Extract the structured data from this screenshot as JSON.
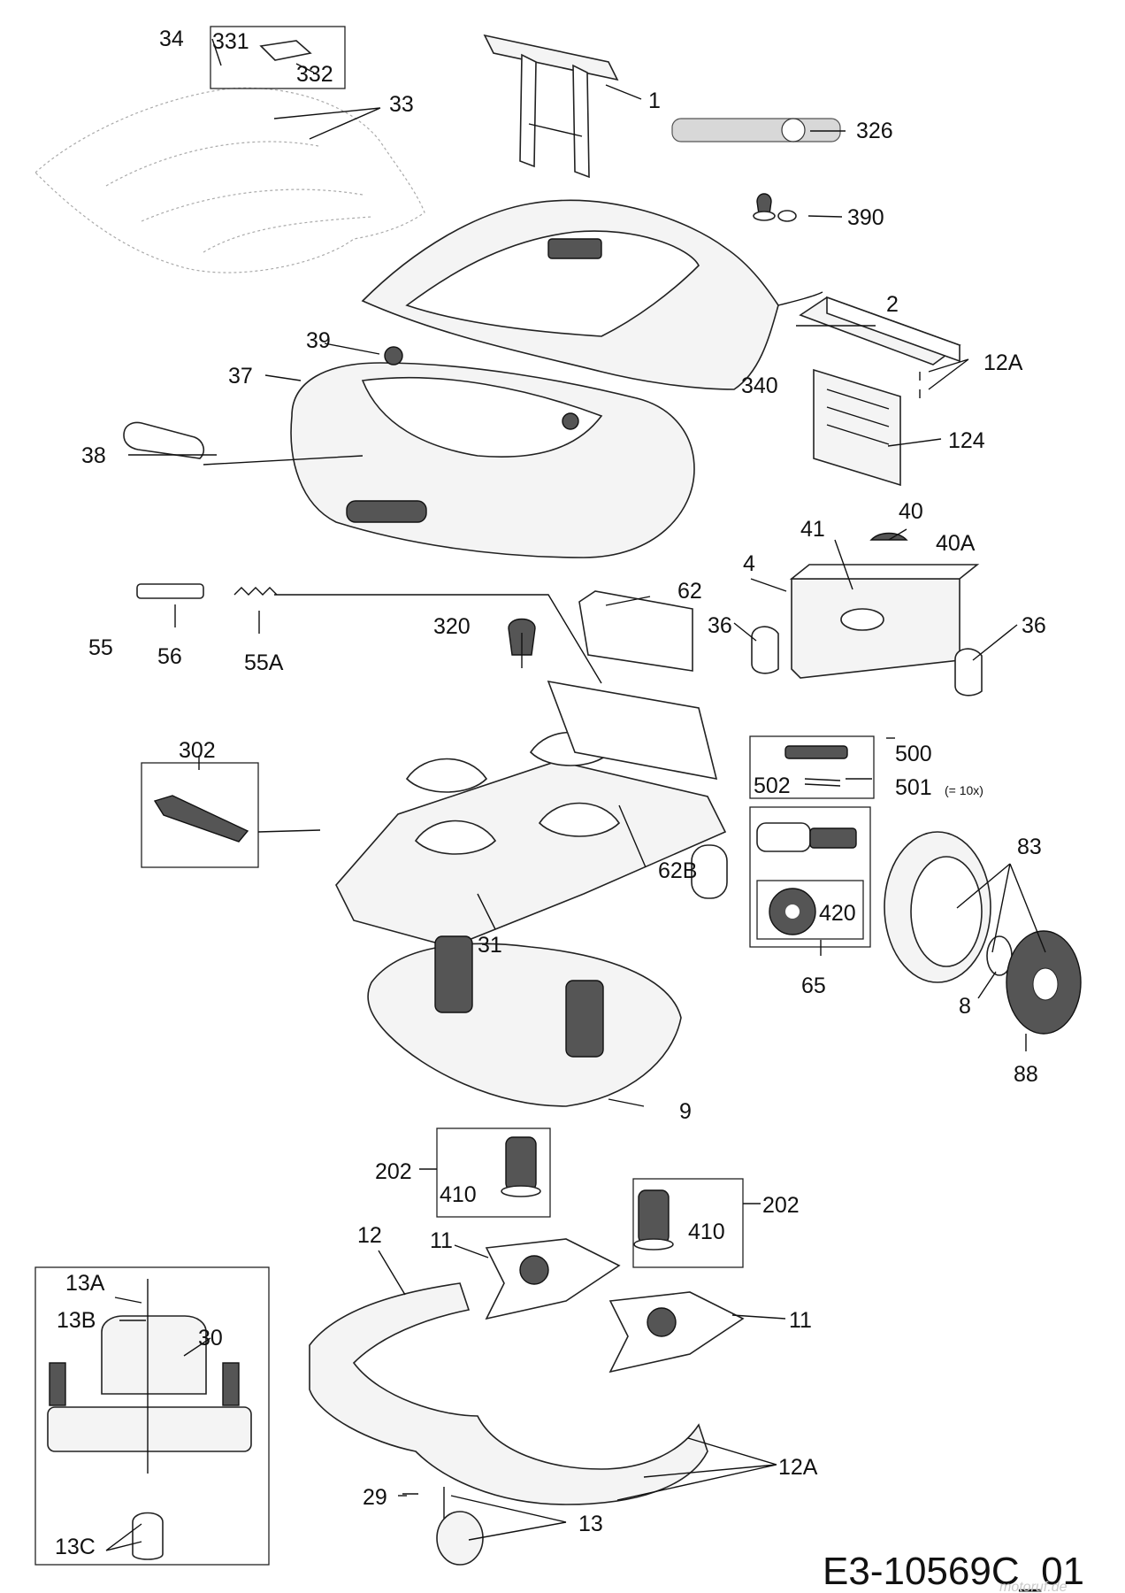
{
  "diagram_code": "E3-10569C_01",
  "watermark": "motoruf.de",
  "note_501": "(= 10x)",
  "labels": {
    "l1": "1",
    "l2": "2",
    "l4": "4",
    "l8": "8",
    "l9": "9",
    "l11a": "11",
    "l11b": "11",
    "l12": "12",
    "l12A_a": "12A",
    "l12A_b": "12A",
    "l13": "13",
    "l13A": "13A",
    "l13B": "13B",
    "l13C": "13C",
    "l29": "29",
    "l30": "30",
    "l31": "31",
    "l33": "33",
    "l34": "34",
    "l36a": "36",
    "l36b": "36",
    "l37": "37",
    "l38": "38",
    "l39": "39",
    "l40": "40",
    "l40A": "40A",
    "l41": "41",
    "l55": "55",
    "l55A": "55A",
    "l56": "56",
    "l62": "62",
    "l62B": "62B",
    "l65": "65",
    "l83": "83",
    "l88": "88",
    "l124": "124",
    "l202a": "202",
    "l202b": "202",
    "l302": "302",
    "l320": "320",
    "l326": "326",
    "l331": "331",
    "l332": "332",
    "l340": "340",
    "l390": "390",
    "l410a": "410",
    "l410b": "410",
    "l420": "420",
    "l500": "500",
    "l501": "501",
    "l502": "502"
  }
}
